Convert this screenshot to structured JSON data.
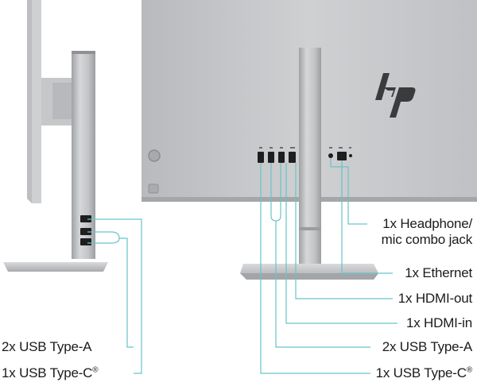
{
  "brand": {
    "logo_text": "hp",
    "colors": {
      "monitor_body": "#c9cacc",
      "monitor_edge": "#a9abae",
      "stand": "#b9bbbe",
      "port": "#1e1e1e",
      "callout_line": "#69c3c9",
      "label_text": "#1b1b1b"
    }
  },
  "callouts_left": [
    {
      "id": "usb-a-side",
      "text": "2x USB Type-A"
    },
    {
      "id": "usb-c-side",
      "text": "1x USB Type-C",
      "mark": "®"
    }
  ],
  "callouts_right": [
    {
      "id": "headphone",
      "line1": "1x Headphone/",
      "line2": "mic combo jack"
    },
    {
      "id": "ethernet",
      "text": "1x Ethernet"
    },
    {
      "id": "hdmi-out",
      "text": "1x HDMI-out"
    },
    {
      "id": "hdmi-in",
      "text": "1x HDMI-in"
    },
    {
      "id": "usb-a-rear",
      "text": "2x USB Type-A"
    },
    {
      "id": "usb-c-rear",
      "text": "1x USB Type-C",
      "mark": "®"
    }
  ]
}
